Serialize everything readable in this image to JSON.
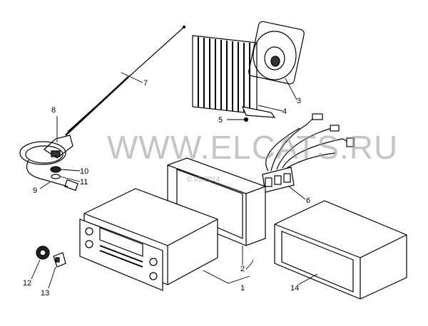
{
  "watermark": {
    "site": "WWW.ELCATS.RU",
    "date": "© 05.2014"
  },
  "callouts": {
    "c1": "1",
    "c2": "2",
    "c3": "3",
    "c4": "4",
    "c5": "5",
    "c6": "6",
    "c7": "7",
    "c8": "8",
    "c9": "9",
    "c10": "10",
    "c11": "11",
    "c12": "12",
    "c13": "13",
    "c14": "14"
  }
}
